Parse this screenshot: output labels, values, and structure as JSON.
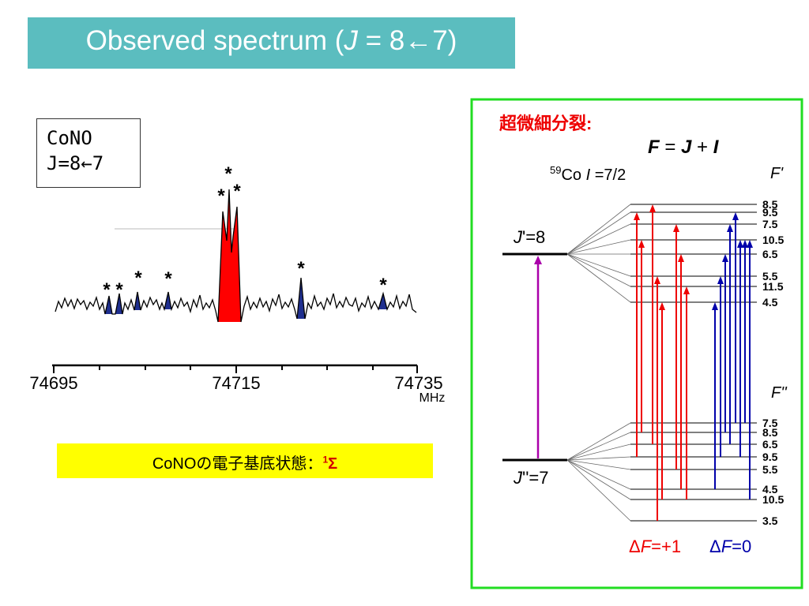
{
  "slide": {
    "title_prefix": "Observed spectrum (",
    "title_var": "J",
    "title_suffix": " = 8←7)"
  },
  "spectrum": {
    "label_line1": "CoNO",
    "label_line2": "J=8←7",
    "axis_ticks": [
      "74695",
      "74715",
      "74735"
    ],
    "axis_unit": "MHz",
    "marker": "*",
    "colors": {
      "main": "#ff0000",
      "other": "#1f2f8f",
      "trace": "#000000"
    }
  },
  "ground_state": {
    "text": "CoNOの電子基底状態：",
    "sup": "1",
    "symbol": "Σ"
  },
  "diagram": {
    "heading": "超微細分裂:",
    "formula": {
      "F": "F",
      "eq": " = ",
      "J": "J",
      "plus": " + ",
      "I": "I"
    },
    "nucleus": {
      "mass": "59",
      "element": "Co ",
      "ivar": "I",
      "ival": " =7/2"
    },
    "upper_label": {
      "var": "J",
      "prime": "'",
      "val": "=8"
    },
    "lower_label": {
      "var": "J",
      "prime": "''",
      "val": "=7"
    },
    "upper_f_title": "F'",
    "lower_f_title": "F''",
    "upper_levels": [
      "8.5",
      "9.5",
      "7.5",
      "10.5",
      "6.5",
      "5.5",
      "11.5",
      "4.5"
    ],
    "lower_levels": [
      "7.5",
      "8.5",
      "6.5",
      "9.5",
      "5.5",
      "4.5",
      "10.5",
      "3.5"
    ],
    "legend_plus": {
      "delta": "Δ",
      "var": "F",
      "val": "=+1"
    },
    "legend_zero": {
      "delta": "Δ",
      "var": "F",
      "val": "=0"
    },
    "colors": {
      "border": "#22dd22",
      "plus": "#ee0000",
      "zero": "#0000aa",
      "main": "#aa00aa"
    }
  }
}
